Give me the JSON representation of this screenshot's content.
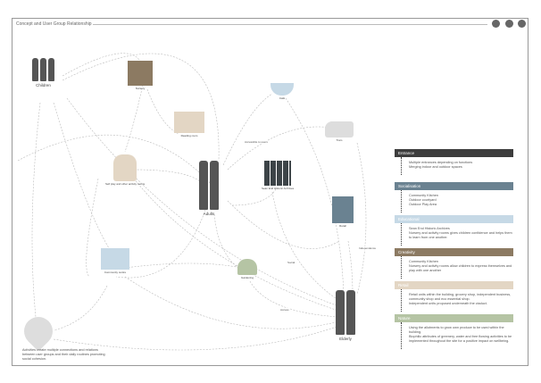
{
  "header": {
    "title": "Concept and User Group Relationship",
    "buttons": [
      "menu",
      "prev",
      "next"
    ]
  },
  "nodes": {
    "children": "Children",
    "nursery": "Nursery",
    "reading": "Reading room",
    "selfplay": "Self play and other activity rooms",
    "cafe": "Café",
    "tram": "Tram",
    "adults": "Adults",
    "archives": "Sean End Historic Archives",
    "retail": "Retail",
    "community": "Community centre",
    "gardening": "Gardening",
    "elderly": "Elderly"
  },
  "edge_labels": {
    "accessible": "Accessible to users",
    "independence": "Independence",
    "social": "Social",
    "access": "Access"
  },
  "caption": "Activities create multiple connections and relations between user groups and their daily routines promoting social cohesion.",
  "panels": [
    {
      "title": "Entrance",
      "color": "#3d3d3d",
      "lines": [
        "Multiple entrances depending on functions",
        "Merging indoor and outdoor spaces"
      ]
    },
    {
      "title": "Socialisation",
      "color": "#6a8291",
      "lines": [
        "Community Kitchen",
        "Outdoor courtyard",
        "Outdoor Play Area"
      ]
    },
    {
      "title": "Educational",
      "color": "#c6d9e6",
      "lines": [
        "Sean End Historic Archives",
        "Nursery and activity rooms gives children confidence and helps them to learn from one another."
      ]
    },
    {
      "title": "Creativity",
      "color": "#8c7a62",
      "lines": [
        "Community Kitchen",
        "Nursery and activity rooms allow children to express themselves and play with one another"
      ]
    },
    {
      "title": "Retail",
      "color": "#e3d6c4",
      "lines": [
        "Retail units within the building, grocery shop, independent business, community shop and eco essential shop.",
        "Independent units proposed underneath the viaduct."
      ]
    },
    {
      "title": "Nature",
      "color": "#b5c4a4",
      "lines": [
        "Using the allotments to grow own produce to be used within the building.",
        "Biophilic attributes of greenery, water and free flowing activities to be implemented throughout the site for a positive impact on wellbeing."
      ]
    }
  ]
}
